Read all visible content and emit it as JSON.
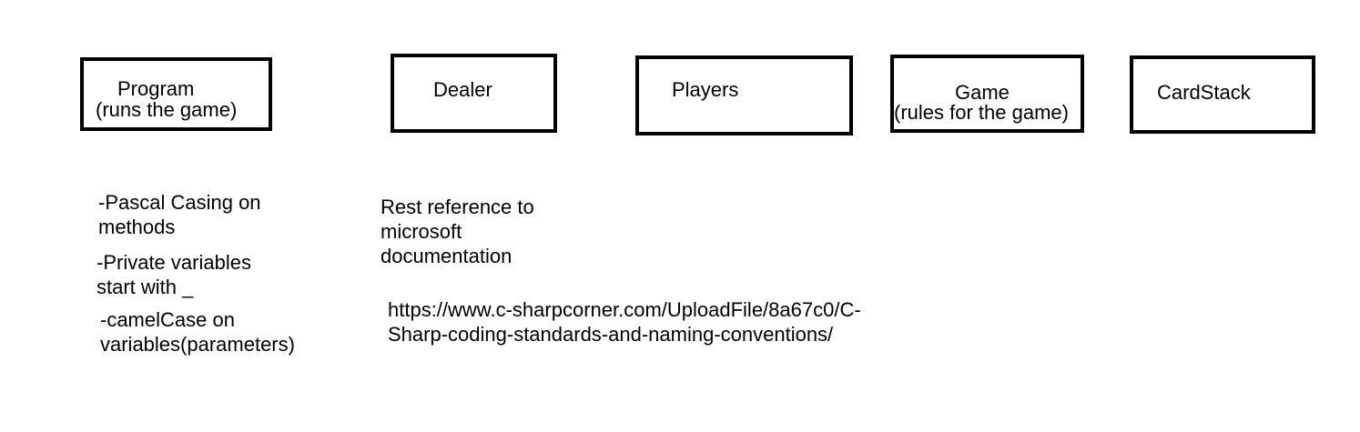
{
  "boxes": {
    "program": {
      "title": "Program",
      "subtitle": "(runs the game)"
    },
    "dealer": {
      "title": "Dealer"
    },
    "players": {
      "title": "Players"
    },
    "game": {
      "title": "Game",
      "subtitle": "(rules for the game)"
    },
    "cardstack": {
      "title": "CardStack"
    }
  },
  "notes": {
    "pascal": [
      "-Pascal Casing on",
      "methods"
    ],
    "private": [
      "-Private variables",
      "start with _"
    ],
    "camel": [
      "-camelCase on",
      "variables(parameters)"
    ],
    "rest": [
      "Rest reference to",
      "microsoft",
      "documentation"
    ],
    "url": [
      "https://www.c-sharpcorner.com/UploadFile/8a67c0/C-",
      "Sharp-coding-standards-and-naming-conventions/"
    ]
  }
}
